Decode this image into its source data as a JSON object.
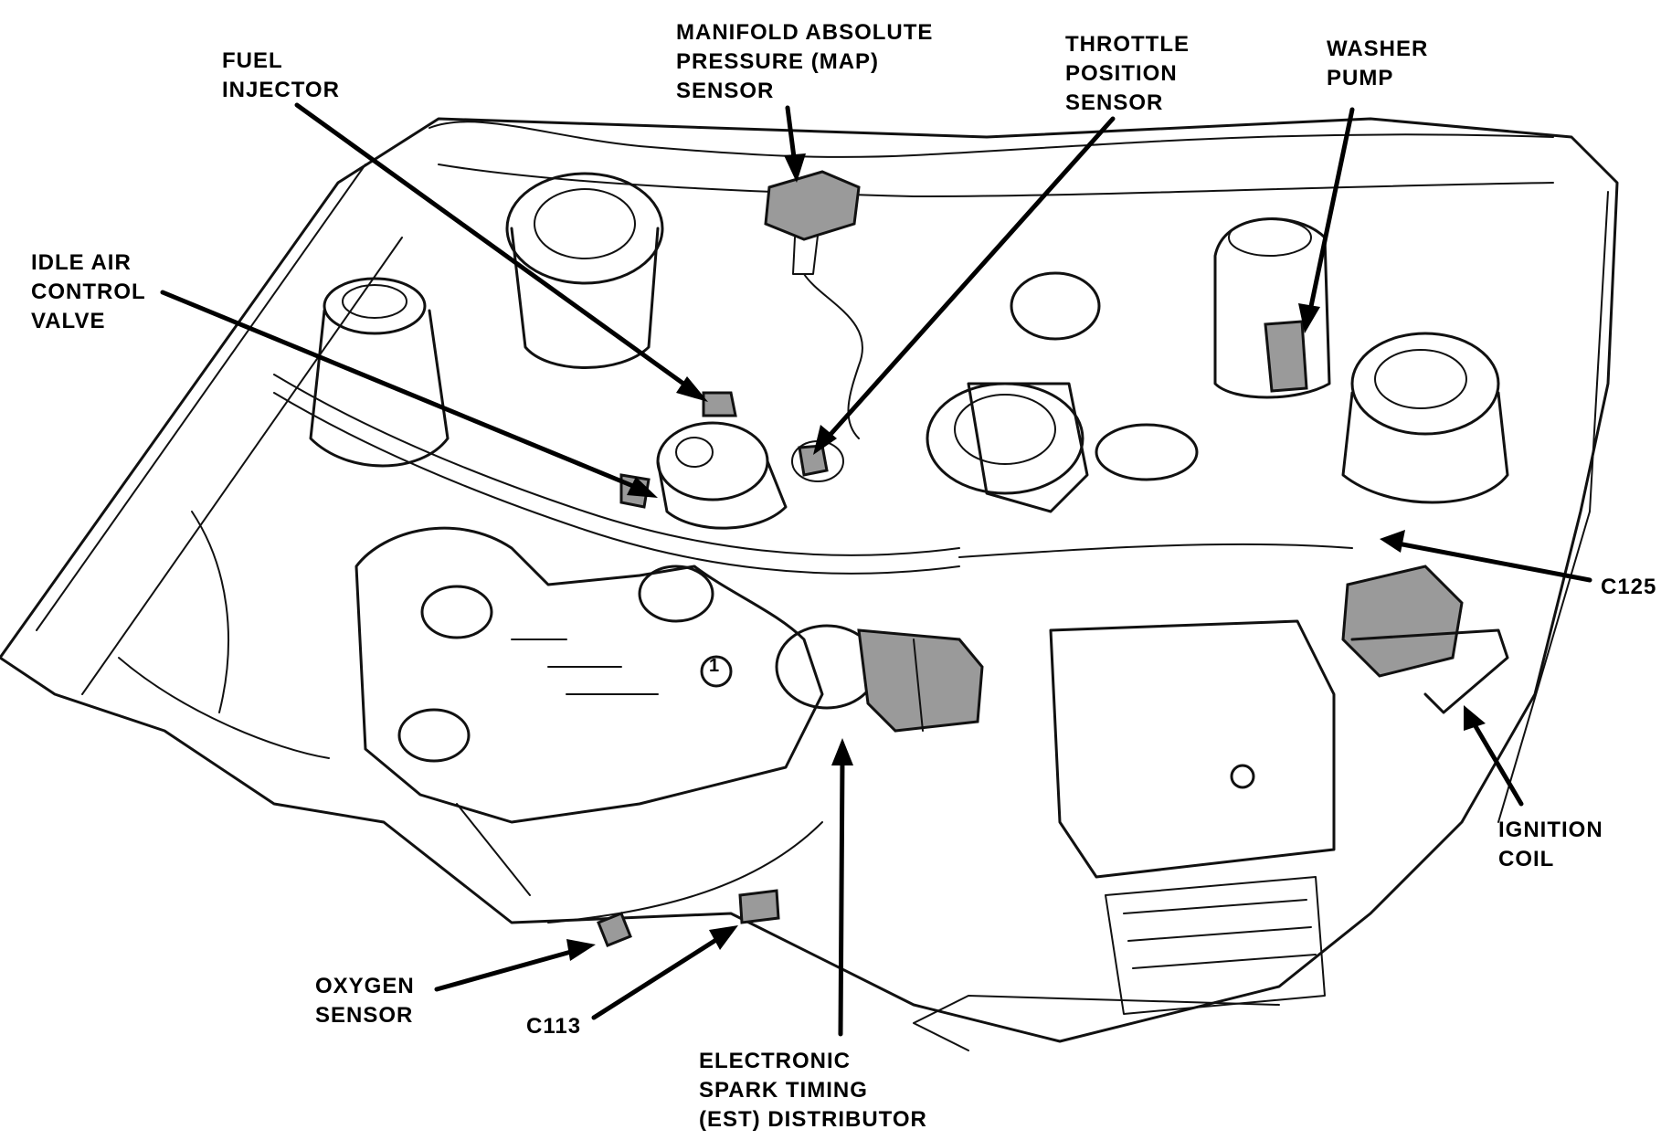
{
  "labels": {
    "fuel_injector": "FUEL\nINJECTOR",
    "map_sensor": "MANIFOLD ABSOLUTE\nPRESSURE (MAP)\nSENSOR",
    "throttle_position_sensor": "THROTTLE\nPOSITION\nSENSOR",
    "washer_pump": "WASHER\nPUMP",
    "idle_air_control_valve": "IDLE AIR\nCONTROL\nVALVE",
    "c125": "C125",
    "ignition_coil": "IGNITION\nCOIL",
    "oxygen_sensor": "OXYGEN\nSENSOR",
    "c113": "C113",
    "est_distributor": "ELECTRONIC\nSPARK TIMING\n(EST) DISTRIBUTOR",
    "cylinder_marker": "1"
  },
  "colors": {
    "ink": "#111111",
    "shading": "#9a9a9a",
    "background": "#ffffff"
  }
}
